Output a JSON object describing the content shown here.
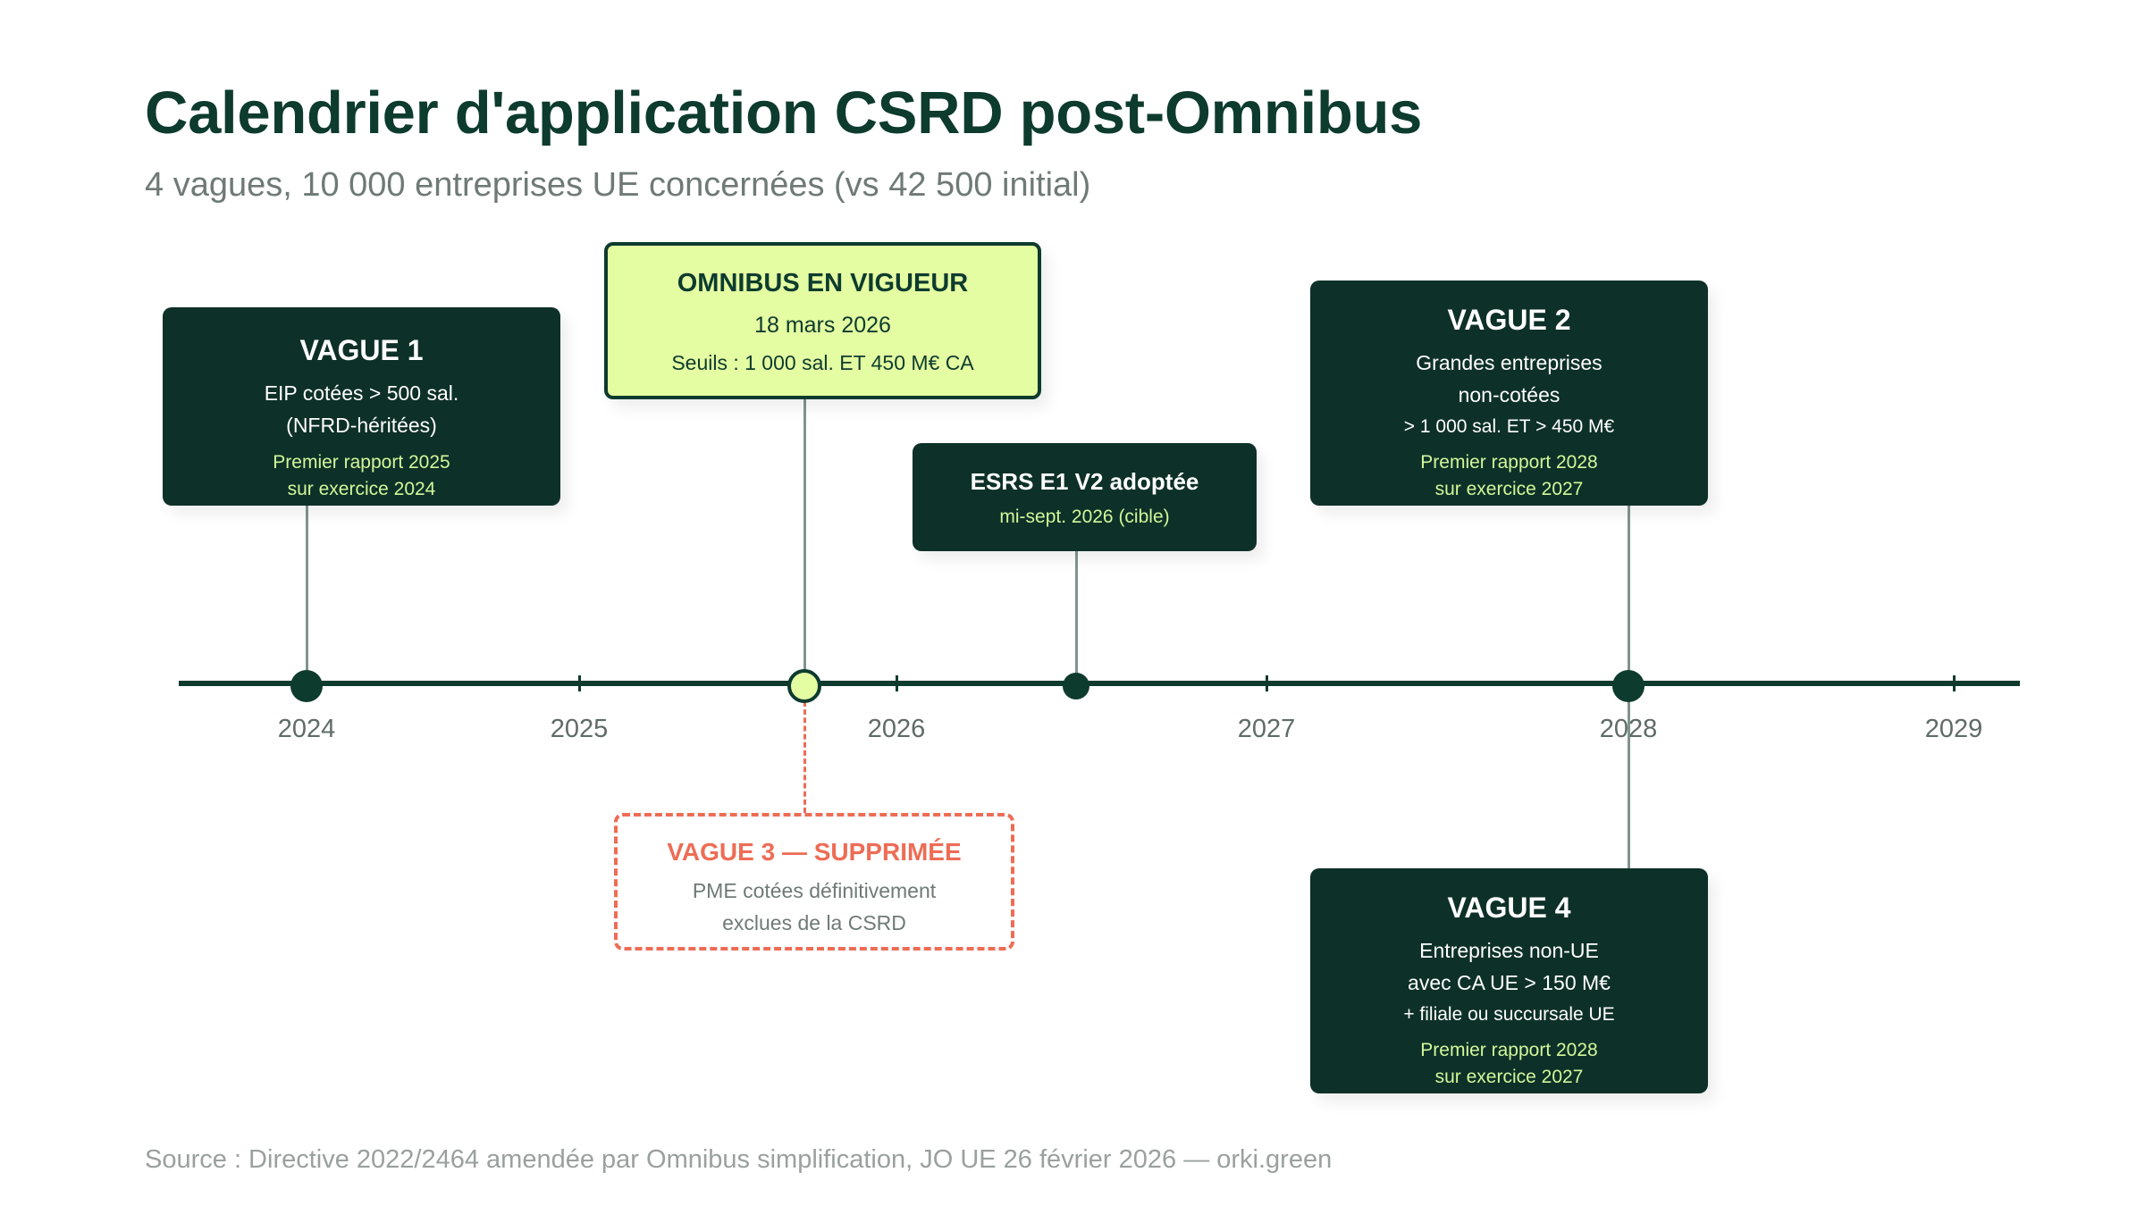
{
  "header": {
    "title": "Calendrier d'application CSRD post-Omnibus",
    "subtitle": "4 vagues, 10 000 entreprises UE concernées (vs 42 500 initial)"
  },
  "timeline": {
    "years": [
      "2024",
      "2025",
      "2026",
      "2027",
      "2028",
      "2029"
    ]
  },
  "events": {
    "vague1": {
      "title": "VAGUE 1",
      "line1": "EIP cotées > 500 sal.",
      "line2": "(NFRD-héritées)",
      "note1": "Premier rapport 2025",
      "note2": "sur exercice 2024"
    },
    "omnibus": {
      "title": "OMNIBUS EN VIGUEUR",
      "date": "18 mars 2026",
      "detail": "Seuils : 1 000 sal. ET 450 M€ CA"
    },
    "esrs": {
      "title": "ESRS E1 V2 adoptée",
      "note": "mi-sept. 2026 (cible)"
    },
    "vague2": {
      "title": "VAGUE 2",
      "line1": "Grandes entreprises",
      "line2": "non-cotées",
      "line3": "> 1 000 sal. ET > 450 M€",
      "note1": "Premier rapport 2028",
      "note2": "sur exercice 2027"
    },
    "vague3": {
      "title": "VAGUE 3 — SUPPRIMÉE",
      "line1": "PME cotées définitivement",
      "line2": "exclues de la CSRD"
    },
    "vague4": {
      "title": "VAGUE 4",
      "line1": "Entreprises non-UE",
      "line2": "avec CA UE > 150 M€",
      "line3": "+ filiale ou succursale UE",
      "note1": "Premier rapport 2028",
      "note2": "sur exercice 2027"
    }
  },
  "footer": {
    "source": "Source : Directive 2022/2464 amendée par Omnibus simplification, JO UE 26 février 2026 — orki.green"
  },
  "colors": {
    "dark_green": "#0d3028",
    "lime": "#e4fca2",
    "accent_green_text": "#d2f79a",
    "removed_red": "#ee6c55",
    "connector_gray": "#7f958e"
  }
}
